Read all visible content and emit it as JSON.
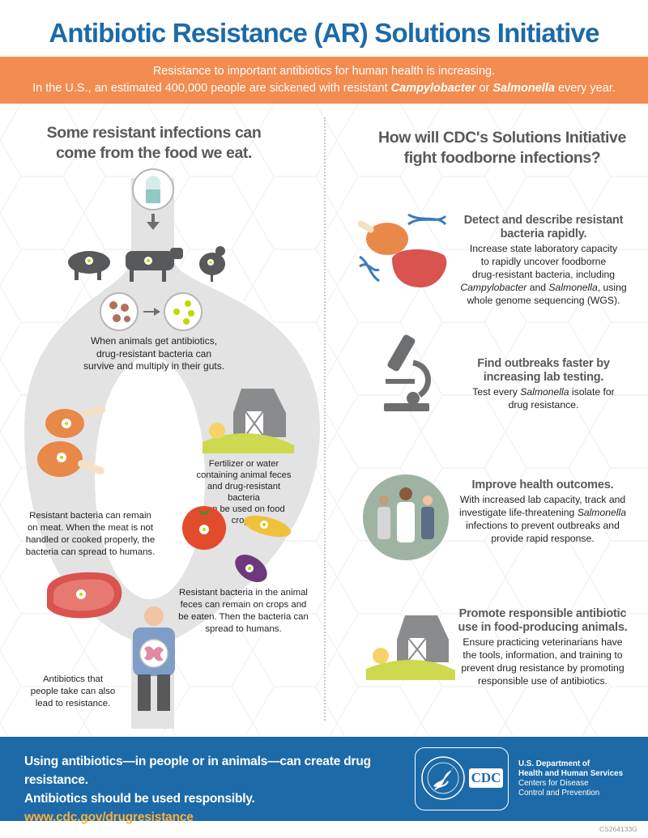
{
  "title": "Antibiotic Resistance (AR) Solutions Initiative",
  "banner": {
    "line1": "Resistance to important antibiotics for human health is increasing.",
    "line2_prefix": "In the U.S., an estimated 400,000 people are sickened with resistant ",
    "org1": "Campylobacter",
    "or": " or ",
    "org2": "Salmonella",
    "line2_suffix": " every year."
  },
  "left": {
    "heading_l1": "Some resistant infections can",
    "heading_l2": "come from the food we eat.",
    "guts_l1": "When animals get antibiotics,",
    "guts_l2": "drug-resistant bacteria can",
    "guts_l3": "survive and multiply in their guts.",
    "fert_l1": "Fertilizer or water",
    "fert_l2": "containing animal feces",
    "fert_l3": "and drug-resistant bacteria",
    "fert_l4": "can be used on food crops.",
    "meat_l1": "Resistant bacteria can remain",
    "meat_l2": "on meat. When the meat is not",
    "meat_l3": "handled or cooked properly, the",
    "meat_l4": "bacteria can spread to humans.",
    "crops_l1": "Resistant bacteria in the animal",
    "crops_l2": "feces can remain on crops and",
    "crops_l3": "be eaten. Then the bacteria can",
    "crops_l4": "spread to humans.",
    "people_l1": "Antibiotics that",
    "people_l2": "people take can also",
    "people_l3": "lead to resistance."
  },
  "right": {
    "heading_l1": "How will CDC's Solutions Initiative",
    "heading_l2": "fight foodborne infections?",
    "b1_title_l1": "Detect and describe resistant",
    "b1_title_l2": "bacteria rapidly.",
    "b1_l1": "Increase state laboratory capacity",
    "b1_l2": "to rapidly uncover foodborne",
    "b1_l3": "drug-resistant bacteria, including",
    "b1_org1": "Campylobacter",
    "b1_and": " and ",
    "b1_org2": "Salmonella",
    "b1_l4_suffix": ", using",
    "b1_l5": "whole genome sequencing (WGS).",
    "b2_title_l1": "Find outbreaks faster by",
    "b2_title_l2": "increasing lab testing.",
    "b2_prefix": "Test every ",
    "b2_org": "Salmonella",
    "b2_suffix": " isolate for",
    "b2_l2": "drug resistance.",
    "b3_title": "Improve health outcomes.",
    "b3_l1": "With increased lab capacity, track and",
    "b3_l2_prefix": "investigate life-threatening ",
    "b3_org": "Salmonella",
    "b3_l3": "infections to prevent outbreaks and",
    "b3_l4": "provide rapid response.",
    "b4_title_l1": "Promote responsible antibiotic",
    "b4_title_l2": "use in food-producing animals.",
    "b4_l1": "Ensure practicing veterinarians have",
    "b4_l2": "the tools, information, and training to",
    "b4_l3": "prevent drug resistance by promoting",
    "b4_l4": "responsible use of antibiotics."
  },
  "footer": {
    "line1": "Using antibiotics—in people or in animals—can create drug resistance.",
    "line2": "Antibiotics should be used responsibly.",
    "url": "www.cdc.gov/drugresistance",
    "cdc_logo": "CDC",
    "hhs_l1": "U.S. Department of",
    "hhs_l2": "Health and Human Services",
    "hhs_l3": "Centers for Disease",
    "hhs_l4": "Control and Prevention"
  },
  "doc_code": "CS264133G",
  "colors": {
    "title_blue": "#1c6aa8",
    "banner_orange": "#f28c50",
    "footer_blue": "#1c6aa8",
    "url_gold": "#fbb03b",
    "heading_gray": "#58595b",
    "path_gray": "#e3e3e3"
  }
}
